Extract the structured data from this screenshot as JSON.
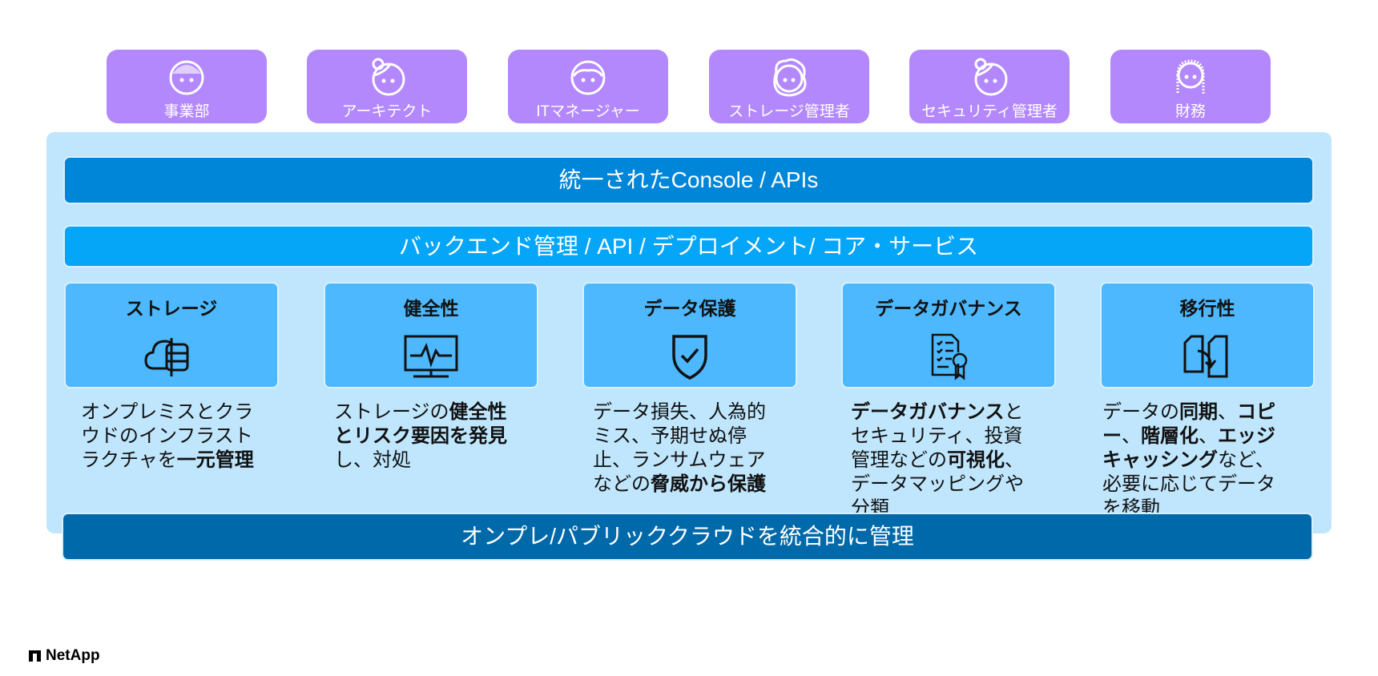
{
  "personas": [
    {
      "label": "事業部",
      "icon": "person-short-hair-icon"
    },
    {
      "label": "アーキテクト",
      "icon": "person-bun-icon"
    },
    {
      "label": "ITマネージャー",
      "icon": "person-parted-hair-icon"
    },
    {
      "label": "ストレージ管理者",
      "icon": "person-curly-hair-icon"
    },
    {
      "label": "セキュリティ管理者",
      "icon": "person-bun-icon"
    },
    {
      "label": "財務",
      "icon": "person-long-hair-icon"
    }
  ],
  "console_bar": "統一されたConsole / APIs",
  "backend_bar": "バックエンド管理 / API / デプロイメント/ コア・サービス",
  "cards": [
    {
      "title": "ストレージ",
      "icon": "cloud-storage-icon",
      "desc": [
        "オンプレミスとクラウドのインフラストラクチャを",
        "一元管理"
      ]
    },
    {
      "title": "健全性",
      "icon": "health-monitor-icon",
      "desc": [
        "ストレージの",
        "健全性とリスク要因を発見",
        "し、対処"
      ]
    },
    {
      "title": "データ保護",
      "icon": "shield-check-icon",
      "desc": [
        "データ損失、人為的ミス、予期せぬ停止、ランサムウェアなどの",
        "脅威から保護"
      ]
    },
    {
      "title": "データガバナンス",
      "icon": "certificate-checklist-icon",
      "desc": [
        "データガバナンス",
        "とセキュリティ、投資管理などの",
        "可視化",
        "、データマッピングや分類"
      ]
    },
    {
      "title": "移行性",
      "icon": "document-transfer-icon",
      "desc": [
        "データの",
        "同期",
        "、",
        "コピー",
        "、",
        "階層化",
        "、",
        "エッジキャッシング",
        "など、必要に応じてデータを移動"
      ]
    }
  ],
  "bottom_bar": "オンプレ/パブリッククラウドを統合的に管理",
  "logo": "NetApp",
  "colors": {
    "persona": "#b388fd",
    "panel": "#bfe6fd",
    "console": "#0086d9",
    "backend": "#05a5f7",
    "card": "#4db8fd",
    "bottom": "#0069aa"
  }
}
